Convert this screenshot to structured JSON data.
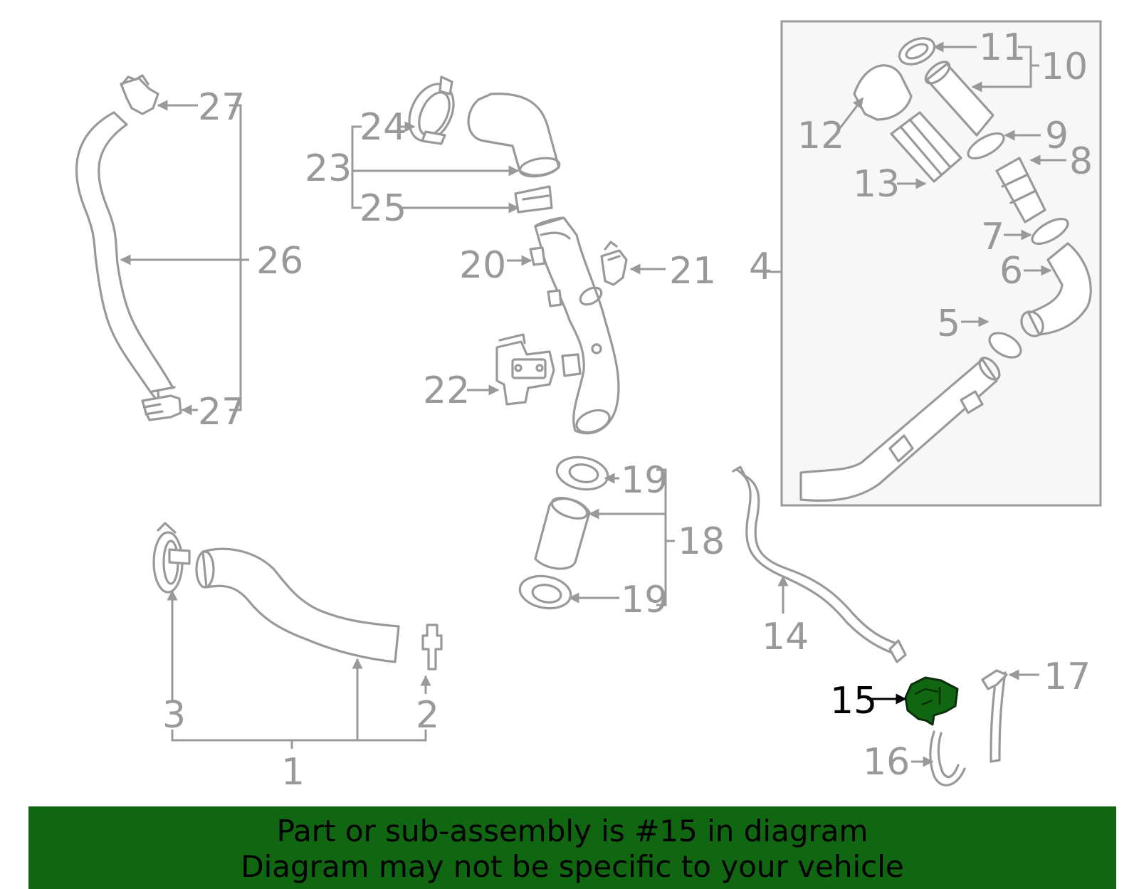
{
  "colors": {
    "line": "#999999",
    "highlight_fill": "#116611",
    "highlight_stroke": "#0b2f0b",
    "banner_bg": "#116611",
    "banner_text": "#000000",
    "inset_bg": "#f7f7f7"
  },
  "highlighted_part": "15",
  "callouts": {
    "c1": "1",
    "c2": "2",
    "c3": "3",
    "c4": "4",
    "c5": "5",
    "c6": "6",
    "c7": "7",
    "c8": "8",
    "c9": "9",
    "c10": "10",
    "c11": "11",
    "c12": "12",
    "c13": "13",
    "c14": "14",
    "c15": "15",
    "c16": "16",
    "c17": "17",
    "c18": "18",
    "c19a": "19",
    "c19b": "19",
    "c20": "20",
    "c21": "21",
    "c22": "22",
    "c23": "23",
    "c24": "24",
    "c25": "25",
    "c26": "26",
    "c27a": "27",
    "c27b": "27"
  },
  "banner": {
    "line1": "Part or sub-assembly is #15 in diagram",
    "line2": "Diagram may not be specific to your vehicle"
  }
}
